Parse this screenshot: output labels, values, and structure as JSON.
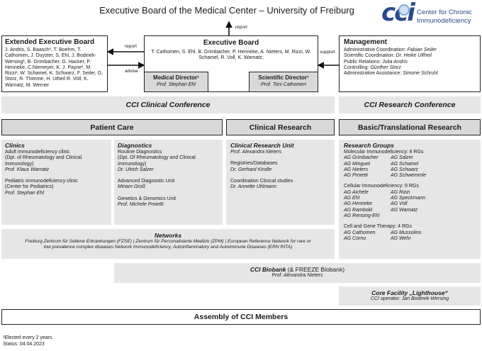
{
  "title": "Executive Board of the Medical Center – University of Freiburg",
  "logo": {
    "text": "cci",
    "line1": "Center for Chronic",
    "line2": "Immunodeficiency",
    "color": "#2b4a8a"
  },
  "arrows": {
    "report_top": "report",
    "report_left": "report",
    "advise": "advise",
    "support": "support"
  },
  "extended_board": {
    "title": "Extended Executive Board",
    "members": "J. Andris, S. Baasch¹, T. Boehm, T. Cathomen, J. Duyster, S. Ehl, J. Bodinek-Wersing¹, B. Grimbacher, G. Hacker, P. Henneke, C.Niemeyer, K. J. Payne¹, M. Rizzi¹, W. Schamel, K. Schwarz, F. Seiler, G. Storz, R. Thimme, H. Utheil R. Voll, K. Warnatz, M. Werner"
  },
  "executive_board": {
    "title": "Executive Board",
    "members": "T. Cathomen, S. Ehl, B. Grimbacher, P. Henneke, A. Nieters, M. Rizzi, W. Schamel, R. Voll, K. Warnatz,",
    "medical_director": {
      "title": "Medical Director¹",
      "name": "Prof. Stephan Ehl"
    },
    "scientific_director": {
      "title": "Scientific Director¹",
      "name": "Prof. Toni Cathomen"
    }
  },
  "management": {
    "title": "Management",
    "lines": [
      {
        "label": "Administrative Coordination: ",
        "name": "Fabian Seiler"
      },
      {
        "label": "Scientific Coordination: ",
        "name": "Dr. Heike Ulfheil"
      },
      {
        "label": "Public Relations: ",
        "name": "Julia Andris"
      },
      {
        "label": "Controlling: ",
        "name": "Günther Storz"
      },
      {
        "label": "Administrative Assistance: ",
        "name": "Simone Schruhl"
      }
    ]
  },
  "clinical_conference": "CCI Clinical Conference",
  "research_conference": "CCI Research Conference",
  "patient_care": "Patient Care",
  "clinical_research": "Clinical Research",
  "basic_research": "Basic/Translational Research",
  "clinics": {
    "title": "Clinics",
    "l1": "Adult immunodeficiency clinic",
    "l2": "(Dpt. of Rheumatology and Clinical",
    "l3": "Immunology)",
    "p1": "Prof. Klaus Warnatz",
    "l4": "Pediatric immunodeficiency clinic",
    "l5": "(Center for Pediatrics)",
    "p2": "Prof. Stephan Ehl"
  },
  "diagnostics": {
    "title": "Diagnostics",
    "l1": "Routine Diagnostics",
    "l2": "(Dpt. Of Rheumatology and Clinical",
    "l3": "Immunology)",
    "p1": "Dr. Ulrich Salzer",
    "l4": "Advanced Diagnostic Unit",
    "p2": "Miriam Groß",
    "l5": "Genetics & Genomics Unit",
    "p3": "Prof. Michele Proietti"
  },
  "clinical_unit": {
    "title": "Clinical Research Unit",
    "p1": "Prof. Alexandra Nieters",
    "l1": "Registries/Databases",
    "p2": "Dr. Gerhard Kindle",
    "l2": "Coordination Clinical studies",
    "p3": "Dr. Annette Uhlmann"
  },
  "research_groups": {
    "title": "Research Groups",
    "mol_head": "Molecular Immunodeficiency: 8 RGs",
    "mol_left": [
      "AG Grimbacher",
      "AG Minguet",
      "AG Nieters",
      "AG Proietti"
    ],
    "mol_right": [
      "AG Salzer",
      "AG Schamel",
      "AG Schwarz",
      "AG Schwemmle"
    ],
    "cell_head": "Cellular Immunodeficiency: 9 RGs",
    "cell_left": [
      "AG Aichele",
      "AG Ehl",
      "AG Henneke",
      "AG Rambold",
      "AG Rensing-Ehl"
    ],
    "cell_right": [
      "AG Rizzi",
      "AG Speckmann",
      "AG Voll",
      "AG Warnatz"
    ],
    "gene_head": "Cell and Gene Therapy: 4 RGs",
    "gene_left": [
      "AG Cathomen",
      "AG Cornu"
    ],
    "gene_right": [
      "AG Mussolino",
      "AG Wehr"
    ]
  },
  "networks": {
    "title": "Networks",
    "l1": "Freiburg Zentrum für Seltene Erkrankungen (FZSE) | Zentrum für Personalisierte Medizin (ZPM) | European Reference Network for rare or",
    "l2": "low prevalence complex diseases Network Immunodeficiency, Autoinflammatory and Autoimmune Diseases (ERN RITA)"
  },
  "biobank": {
    "title": "CCI Biobank",
    "suffix": " (& FREEZE Biobank)",
    "name": "Prof. Alexandra Nieters"
  },
  "core_facility": {
    "title": "Core Facility „Lighthouse“",
    "name": "CCI operator: Jan Bodinek-Wersing"
  },
  "assembly": "Assembly of CCI Members",
  "footnote1": "¹Elected every 2 years",
  "footnote2": "Status: 04.04.2023"
}
